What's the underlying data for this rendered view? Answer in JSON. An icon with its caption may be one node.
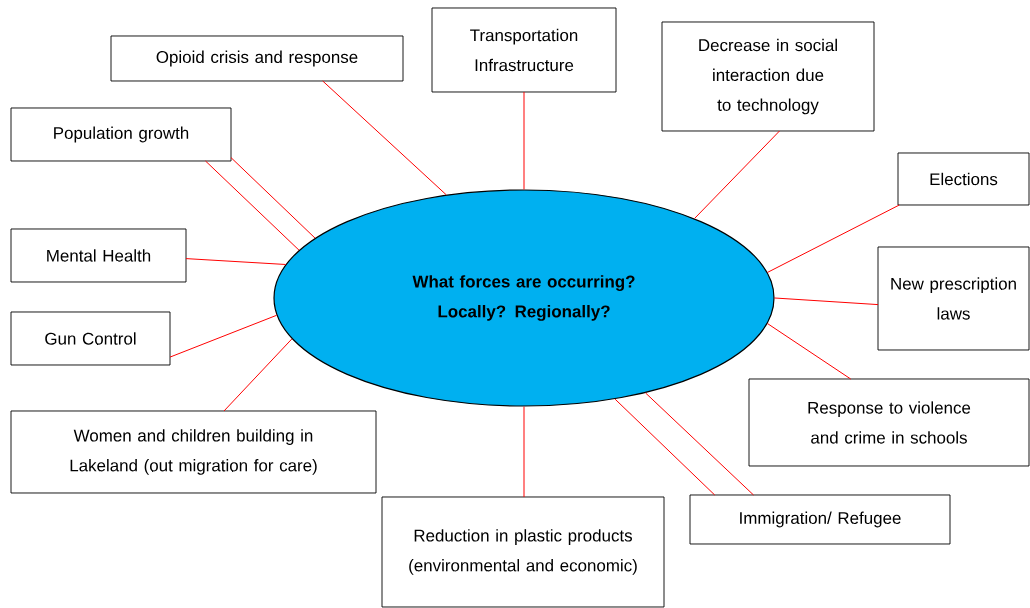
{
  "diagram": {
    "nodes": [
      {
        "text": [
          "What forces are occurring? Locally? Regionally?"
        ]
      },
      {
        "text": [
          "Opioid crisis and response"
        ]
      },
      {
        "text": [
          "Transportation Infrastructure"
        ]
      },
      {
        "text": [
          "Decrease in social interaction due to technology"
        ]
      },
      {
        "text": [
          "Population growth"
        ]
      },
      {
        "text": [
          "Elections"
        ]
      },
      {
        "text": [
          "Mental Health"
        ]
      },
      {
        "text": [
          "New prescription laws"
        ]
      },
      {
        "text": [
          "Gun Control"
        ]
      },
      {
        "text": [
          "Response to violence and crime in schools"
        ]
      },
      {
        "text": [
          "Women and children building in Lakeland (out migration for care)"
        ]
      },
      {
        "text": [
          "Reduction in plastic products (environmental and economic)"
        ]
      },
      {
        "text": [
          "Immigration/ Refugee"
        ]
      }
    ],
    "edges": [
      {
        "from": 0,
        "to": 1,
        "arrow": "none"
      },
      {
        "from": 0,
        "to": 2,
        "arrow": "none"
      },
      {
        "from": 0,
        "to": 3,
        "arrow": "none"
      },
      {
        "from": 0,
        "to": 4,
        "arrow": "none"
      },
      {
        "from": 0,
        "to": 4,
        "arrow": "none"
      },
      {
        "from": 0,
        "to": 5,
        "arrow": "none"
      },
      {
        "from": 0,
        "to": 6,
        "arrow": "none"
      },
      {
        "from": 0,
        "to": 7,
        "arrow": "none"
      },
      {
        "from": 0,
        "to": 8,
        "arrow": "none"
      },
      {
        "from": 0,
        "to": 9,
        "arrow": "none"
      },
      {
        "from": 0,
        "to": 10,
        "arrow": "none"
      },
      {
        "from": 0,
        "to": 11,
        "arrow": "none"
      },
      {
        "from": 0,
        "to": 12,
        "arrow": "none"
      },
      {
        "from": 0,
        "to": 12,
        "arrow": "none"
      }
    ]
  }
}
